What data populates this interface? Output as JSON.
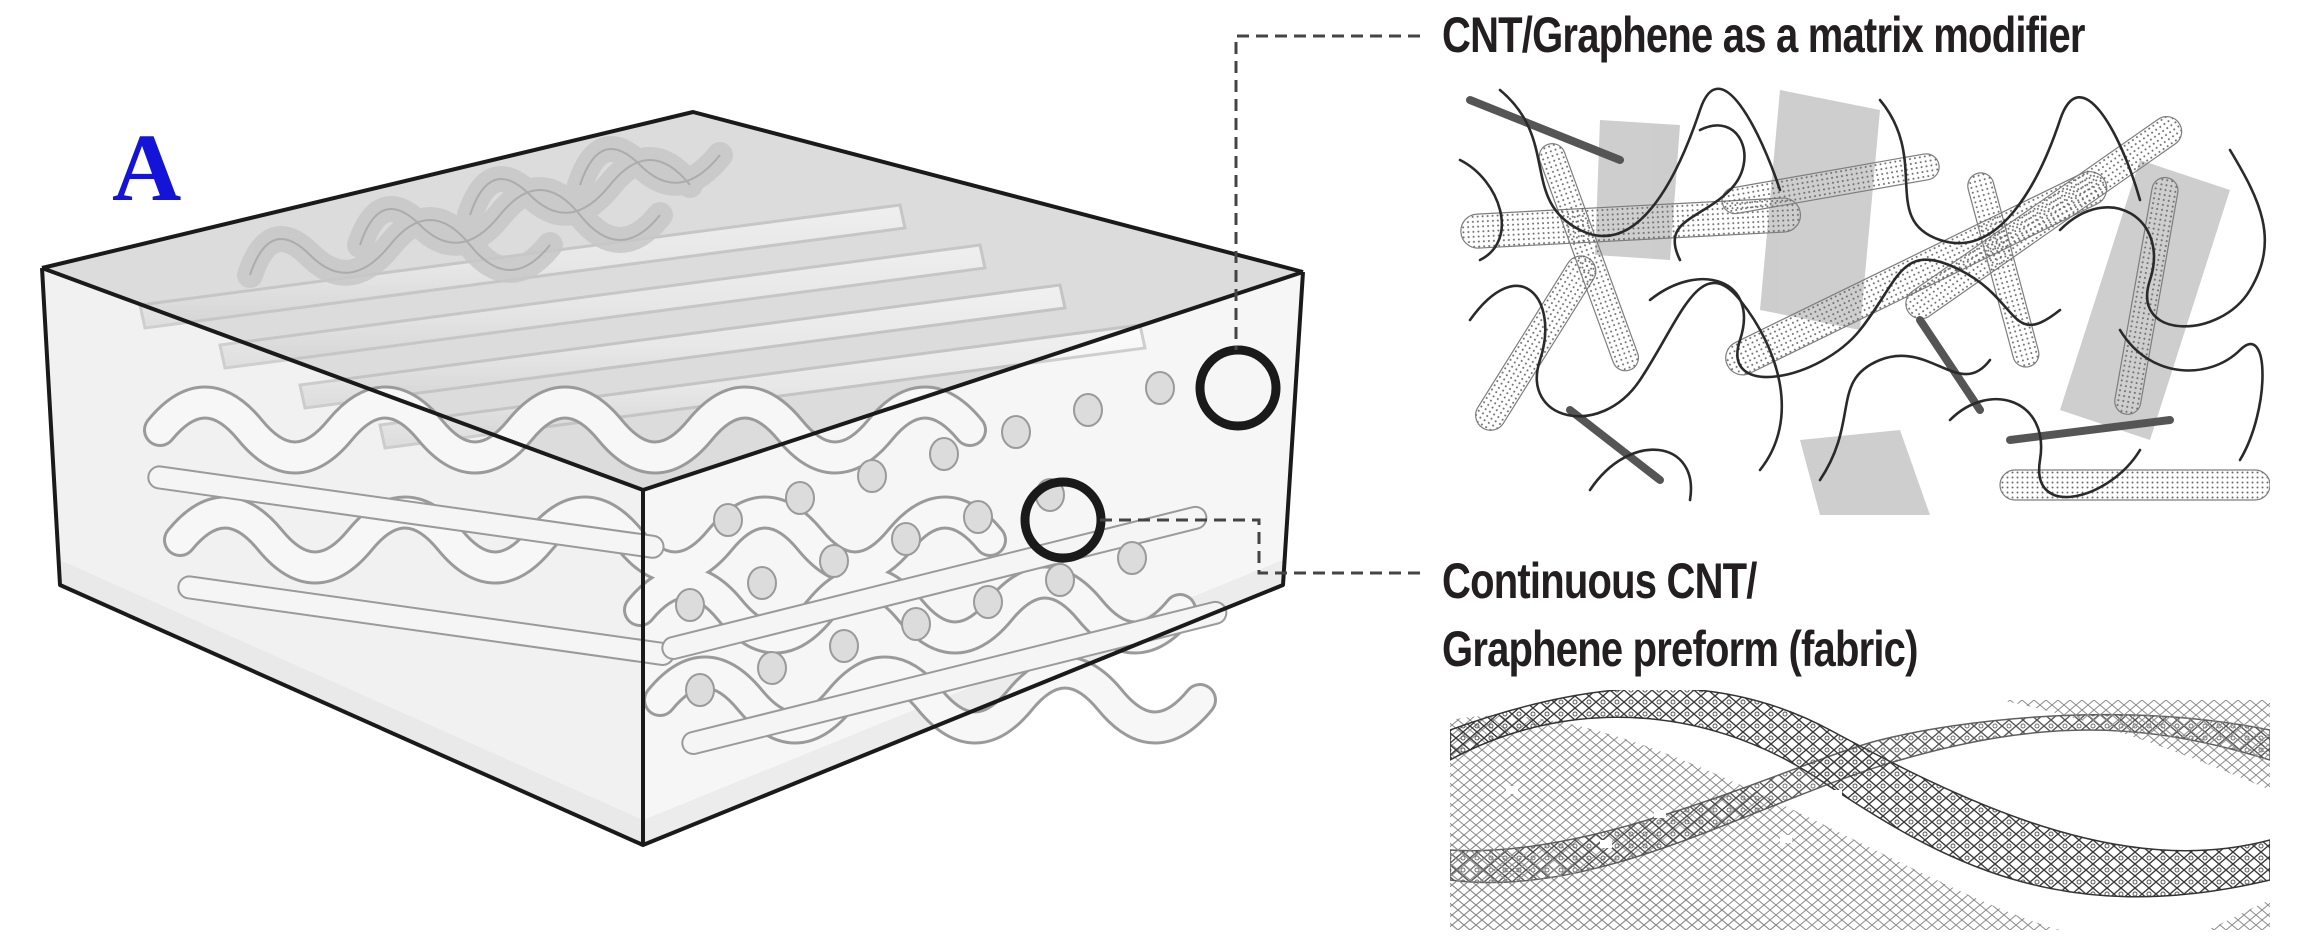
{
  "figure": {
    "panel_letter": "A",
    "labels": {
      "matrix_modifier": "CNT/Graphene as a matrix modifier",
      "preform_line1": "Continuous CNT/",
      "preform_line2": "Graphene preform (fabric)"
    },
    "colors": {
      "panel_letter": "#1414d8",
      "text": "#231f20",
      "outline": "#1a1a1a",
      "box_fill": "#e8e8e8",
      "yarn_fill": "#f4f4f4",
      "yarn_stroke": "#9a9a9a",
      "fiber_gray": "#7d7d7d"
    },
    "icons": [
      "magnify-circle-top",
      "magnify-circle-bottom",
      "dashed-leader-line"
    ]
  }
}
